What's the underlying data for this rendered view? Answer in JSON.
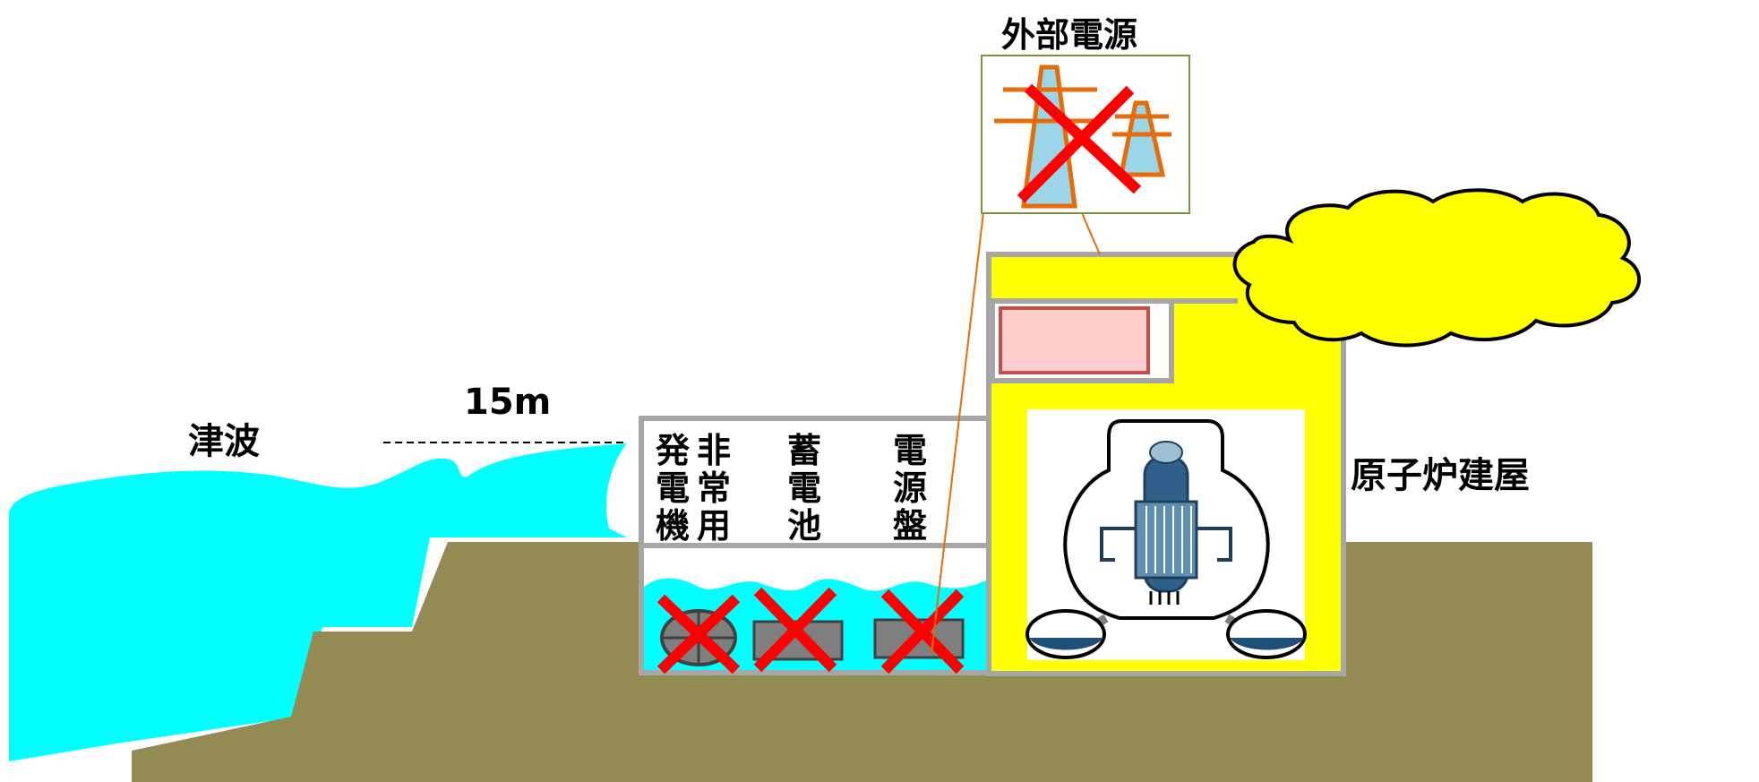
{
  "labels": {
    "external_power": "外部電源",
    "tsunami": "津波",
    "tsunami_height": "15m",
    "reactor_building": "原子炉建屋"
  },
  "equipment": [
    {
      "label": "非常用発電機",
      "status": "failed"
    },
    {
      "label": "蓄電池",
      "status": "failed"
    },
    {
      "label": "電源盤",
      "status": "failed"
    }
  ],
  "colors": {
    "sea": "#00FFFF",
    "ground": "#948A54",
    "building_fill": "#FFFF00",
    "building_outline": "#A6A6A6",
    "hydrogen_cloud": "#FFFF00",
    "cross_mark": "#FF0000",
    "control_panel": "#FFCCCC",
    "cable": "#E46C0A"
  },
  "icons": {
    "power": "transmission-tower-icon",
    "failure": "red-x-icon",
    "reactor": "reactor-vessel-icon"
  }
}
